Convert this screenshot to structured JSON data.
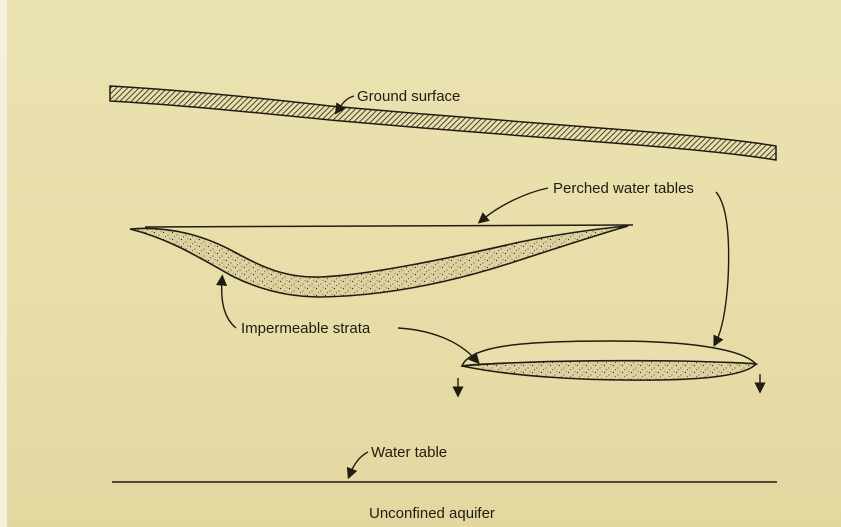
{
  "diagram": {
    "labels": {
      "ground_surface": "Ground surface",
      "perched_water_tables": "Perched water tables",
      "impermeable_strata": "Impermeable strata",
      "water_table": "Water table",
      "unconfined_aquifer": "Unconfined aquifer"
    },
    "colors": {
      "paper": "#eae0ae",
      "ink": "#1f1c12",
      "stratum_fill": "#ddd1a0"
    }
  }
}
